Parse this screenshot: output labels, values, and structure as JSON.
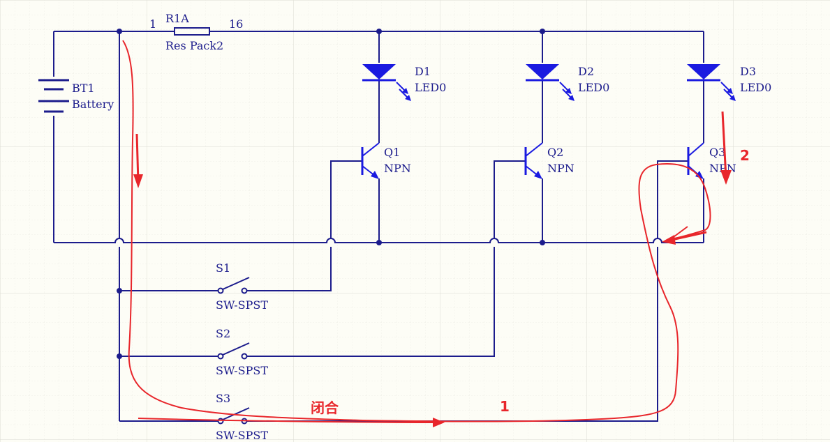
{
  "colors": {
    "wire": "#1c1c8c",
    "component": "#1a1ae0",
    "annotation": "#e8262b",
    "grid": "#e6e6df",
    "background": "#fdfdf6"
  },
  "components": {
    "r1": {
      "designator": "R1A",
      "comment": "Res Pack2",
      "pin_left": "1",
      "pin_right": "16"
    },
    "bt1": {
      "designator": "BT1",
      "comment": "Battery"
    },
    "d1": {
      "designator": "D1",
      "comment": "LED0"
    },
    "d2": {
      "designator": "D2",
      "comment": "LED0"
    },
    "d3": {
      "designator": "D3",
      "comment": "LED0"
    },
    "q1": {
      "designator": "Q1",
      "comment": "NPN"
    },
    "q2": {
      "designator": "Q2",
      "comment": "NPN"
    },
    "q3": {
      "designator": "Q3",
      "comment": "NPN"
    },
    "s1": {
      "designator": "S1",
      "comment": "SW-SPST"
    },
    "s2": {
      "designator": "S2",
      "comment": "SW-SPST"
    },
    "s3": {
      "designator": "S3",
      "comment": "SW-SPST"
    }
  },
  "annotations": {
    "closed": "闭合",
    "path1": "1",
    "path2": "2"
  }
}
